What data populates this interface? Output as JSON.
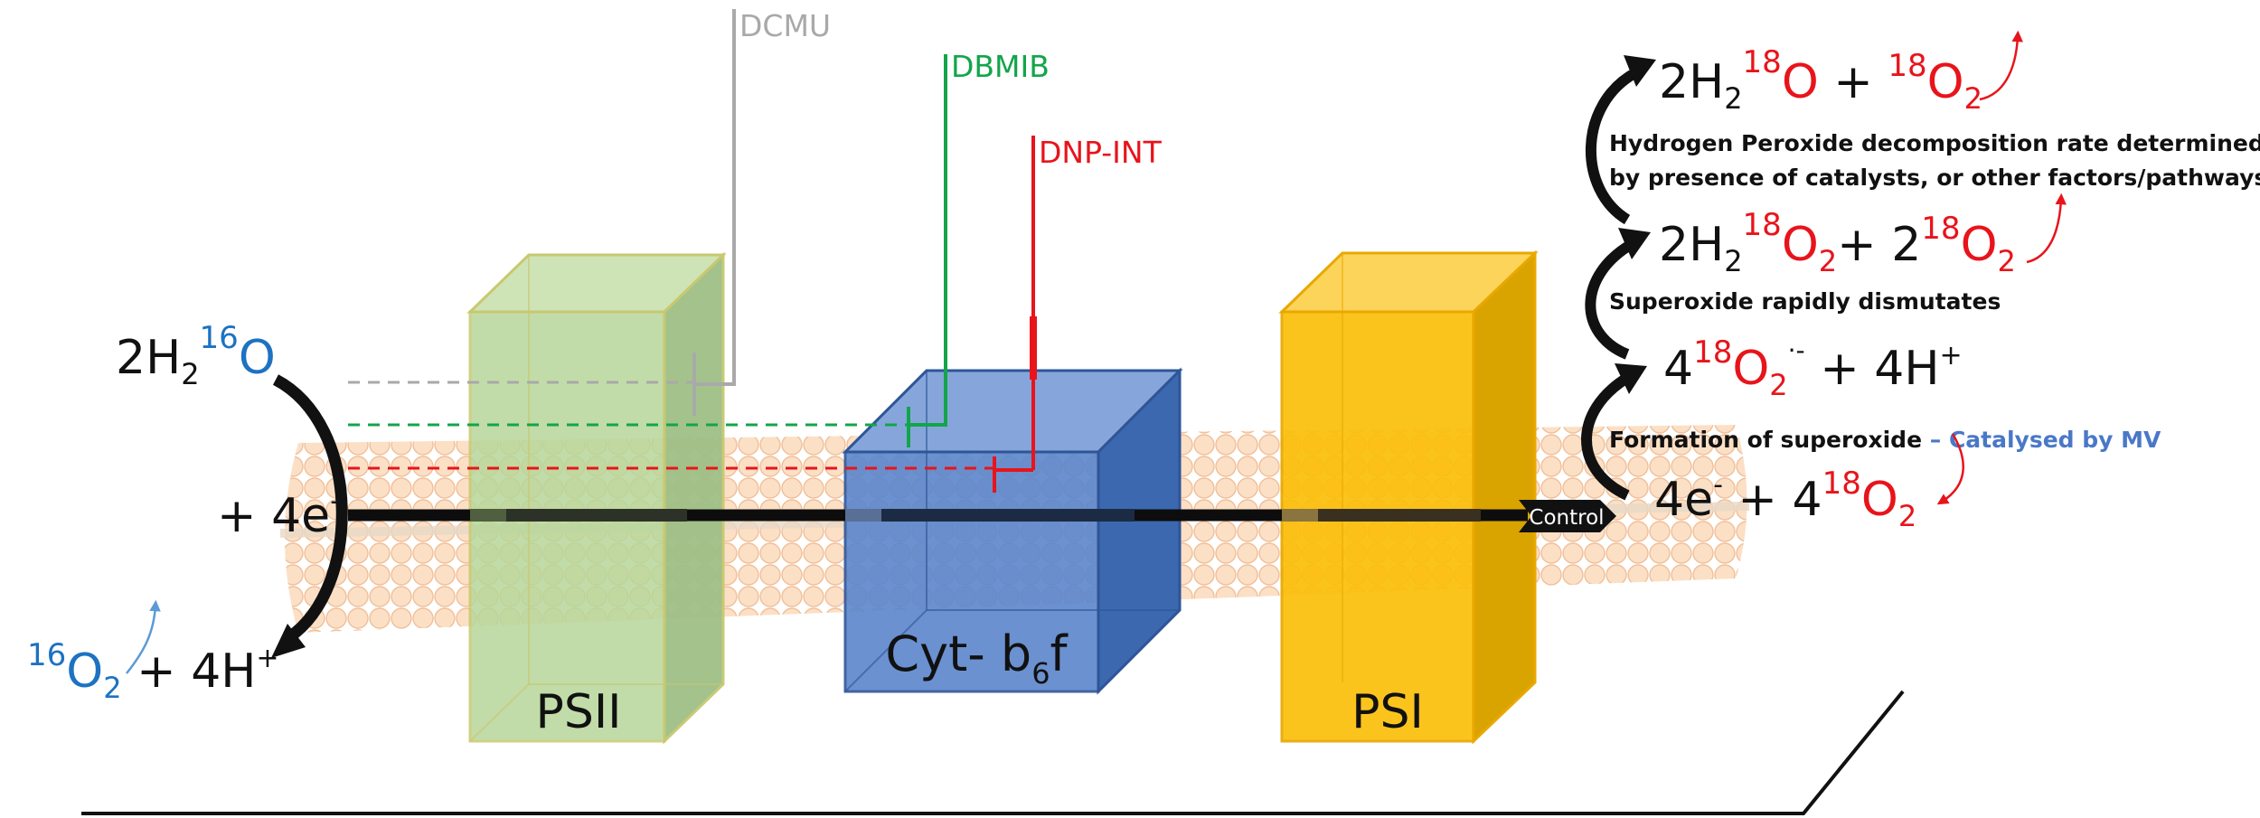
{
  "inhibitors": [
    {
      "name": "DCMU",
      "color": "#a9a9a9"
    },
    {
      "name": "DBMIB",
      "color": "#13a54a"
    },
    {
      "name": "DNP-INT",
      "color": "#e8141b"
    }
  ],
  "complexes": {
    "psii": "PSII",
    "cytb6f": {
      "main": "Cyt- b",
      "sub": "6",
      "tail": "f"
    },
    "psi": "PSI"
  },
  "control_label": "Control",
  "left": {
    "water": {
      "coef": "2H",
      "sub": "2",
      "sup": "16",
      "elem": "O"
    },
    "electrons": {
      "text": "+ 4e",
      "sup": "-"
    },
    "oxygen": {
      "sup": "16",
      "elem": "O",
      "sub": "2",
      "rest": " + 4H",
      "rest_sup": "+"
    }
  },
  "right": {
    "eq_top": {
      "a": "2H",
      "a_sub": "2",
      "a_sup": "18",
      "a_elem": "O",
      "plus": " + ",
      "b_sup": "18",
      "b_elem": "O",
      "b_sub": "2"
    },
    "note_top_line1": "Hydrogen Peroxide decomposition rate determined",
    "note_top_line2": "by presence of catalysts, or other factors/pathways",
    "eq_h2o2": {
      "a": "2H",
      "a_sub": "2",
      "a_sup": "18",
      "a_elem": "O",
      "a_sub2": "2",
      "plus": "+ 2",
      "b_sup": "18",
      "b_elem": "O",
      "b_sub": "2"
    },
    "note_mid": "Superoxide rapidly dismutates",
    "eq_superoxide": {
      "a": "4",
      "a_sup": "18",
      "a_elem": "O",
      "a_sub": "2",
      "a_rad": "·-",
      "rest": " + 4H",
      "rest_sup": "+"
    },
    "note_bottom": "Formation of superoxide",
    "note_bottom_extra": " – Catalysed by MV",
    "eq_bottom": {
      "a": "4e",
      "a_sup": "-",
      "plus": " + 4",
      "b_sup": "18",
      "b_elem": "O",
      "b_sub": "2"
    }
  },
  "colors": {
    "psii": "#b7d79a",
    "cytb6f": "#4f7fc7",
    "psi": "#fbbf0a",
    "membrane": "#f8d2b0",
    "isotope_red": "#e8141b",
    "isotope_blue": "#1d72c2",
    "mv_blue": "#4a78c8"
  }
}
